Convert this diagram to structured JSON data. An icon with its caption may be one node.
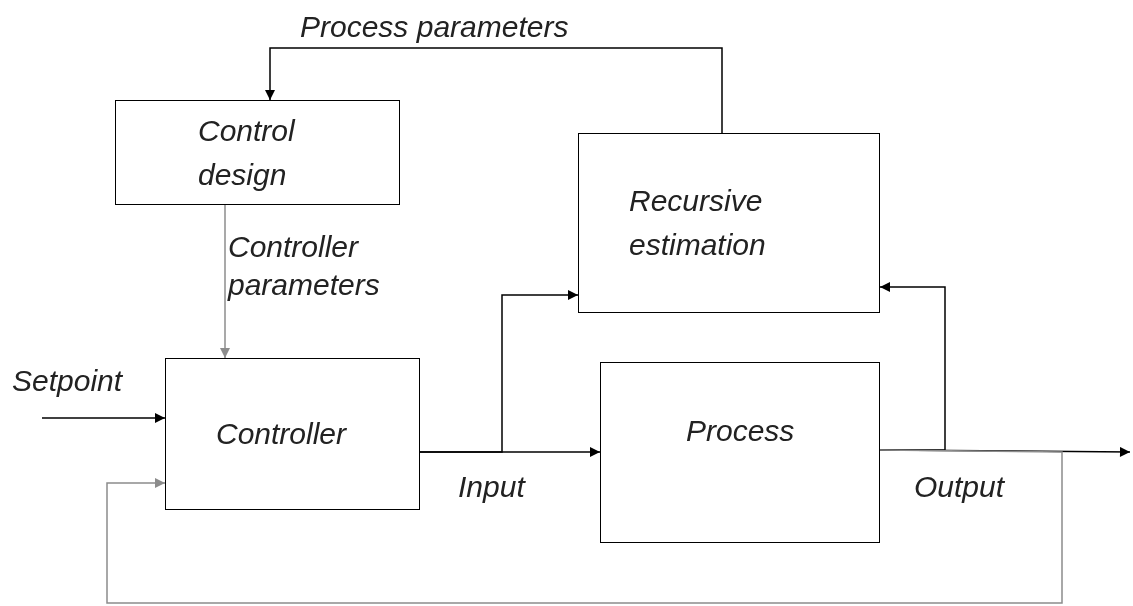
{
  "diagram": {
    "nodes": [
      {
        "text": [
          "Control design"
        ]
      },
      {
        "text": [
          "Recursive estimation"
        ]
      },
      {
        "text": [
          "Controller"
        ]
      },
      {
        "text": [
          "Process"
        ]
      }
    ],
    "edges": [
      {
        "from": 1,
        "to": 0,
        "arrow": "to",
        "label": "Process parameters"
      },
      {
        "from": 0,
        "to": 2,
        "arrow": "to",
        "label": "Controller parameters",
        "color": "#8c8c8c"
      },
      {
        "from": null,
        "to": 2,
        "arrow": "to",
        "label": "Setpoint"
      },
      {
        "from": 2,
        "to": 3,
        "arrow": "to",
        "label": "Input"
      },
      {
        "from": 2,
        "to": 1,
        "arrow": "to"
      },
      {
        "from": 3,
        "to": null,
        "arrow": "to",
        "label": "Output"
      },
      {
        "from": 3,
        "to": 1,
        "arrow": "to"
      },
      {
        "from": 3,
        "to": 2,
        "arrow": "to",
        "color": "#8c8c8c"
      }
    ]
  }
}
